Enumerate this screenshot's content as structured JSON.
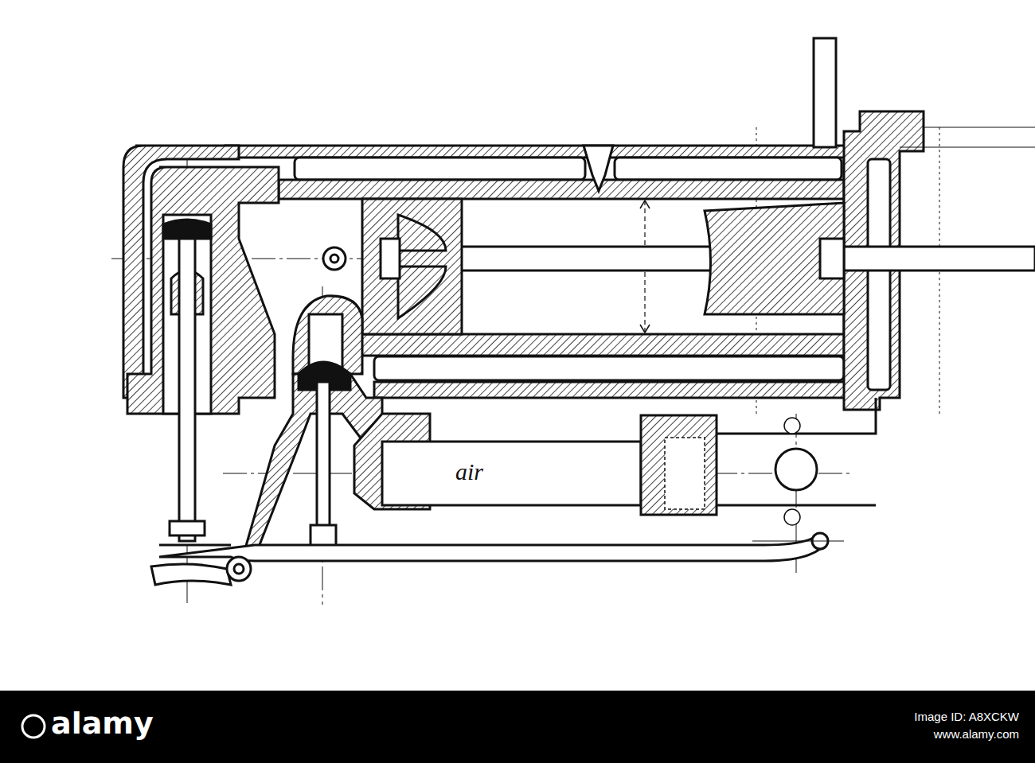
{
  "diagram": {
    "labels": [
      "air",
      "alamy",
      "Image ID: A8XCKW",
      "www.alamy.com"
    ]
  }
}
